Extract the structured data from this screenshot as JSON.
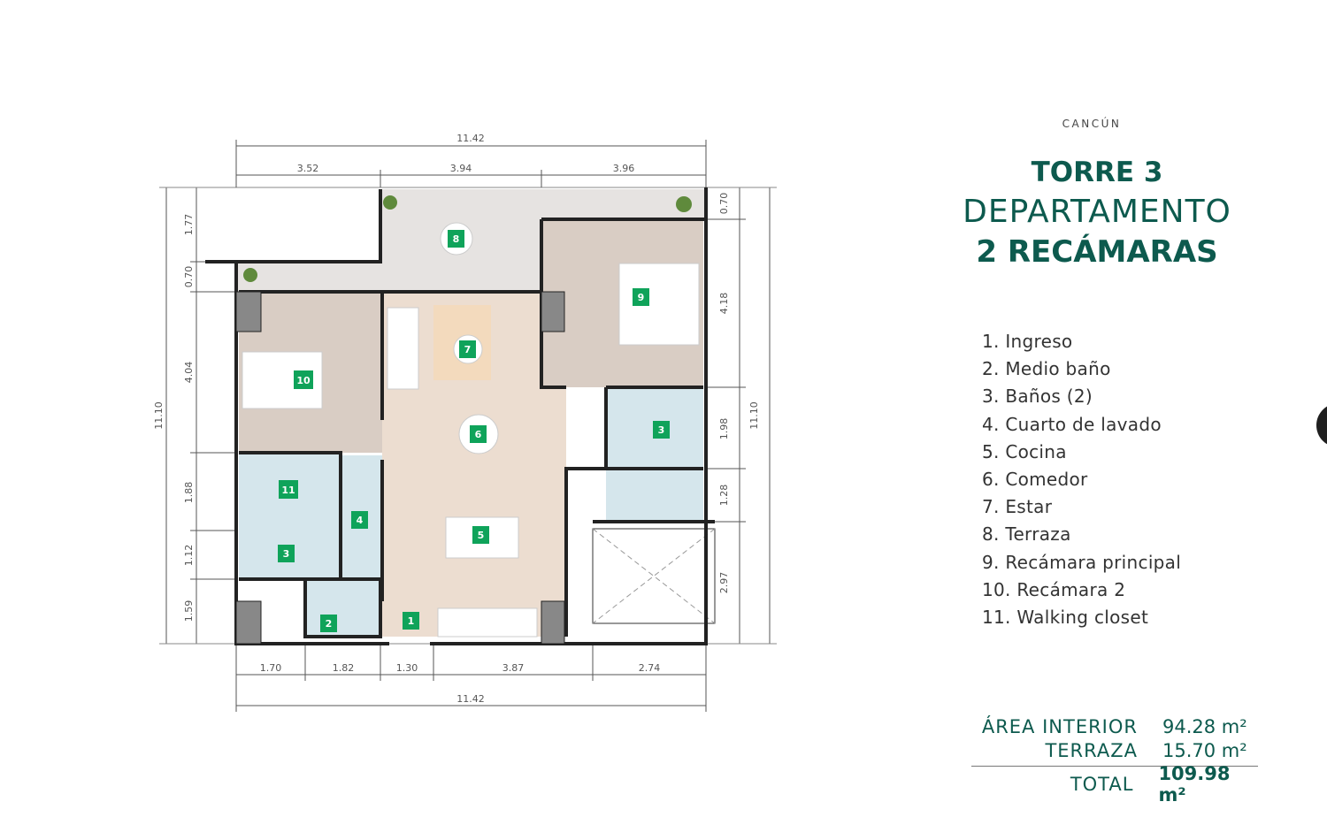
{
  "header": {
    "city": "CANCÚN",
    "title_line1": "TORRE 3",
    "title_line2": "DEPARTAMENTO",
    "title_line3": "2 RECÁMARAS"
  },
  "legend": [
    "1.  Ingreso",
    "2. Medio baño",
    "3. Baños (2)",
    "4. Cuarto de lavado",
    "5. Cocina",
    "6. Comedor",
    "7. Estar",
    "8. Terraza",
    "9. Recámara principal",
    "10. Recámara 2",
    "11. Walking closet"
  ],
  "areas": {
    "interior_label": "ÁREA INTERIOR",
    "interior_value": "94.28 m²",
    "terrace_label": "TERRAZA",
    "terrace_value": "15.70 m²",
    "total_label": "TOTAL",
    "total_value": "109.98 m²"
  },
  "plan": {
    "room_tags": [
      "1",
      "2",
      "3",
      "4",
      "5",
      "6",
      "7",
      "8",
      "9",
      "10",
      "11",
      "3"
    ],
    "dims_top": {
      "total": "11.42",
      "segments": [
        "3.52",
        "3.94",
        "3.96"
      ]
    },
    "dims_bottom": {
      "total": "11.42",
      "segments": [
        "1.70",
        "1.82",
        "1.30",
        "3.87",
        "2.74"
      ]
    },
    "dims_left": {
      "total": "11.10",
      "segments": [
        "1.77",
        "0.70",
        "4.04",
        "1.88",
        "1.12",
        "1.59"
      ]
    },
    "dims_right": {
      "total": "11.10",
      "segments": [
        "0.70",
        "4.18",
        "1.98",
        "1.28",
        "2.97"
      ]
    }
  },
  "colors": {
    "accent": "#0d5a4e",
    "tag": "#0fa35a"
  }
}
